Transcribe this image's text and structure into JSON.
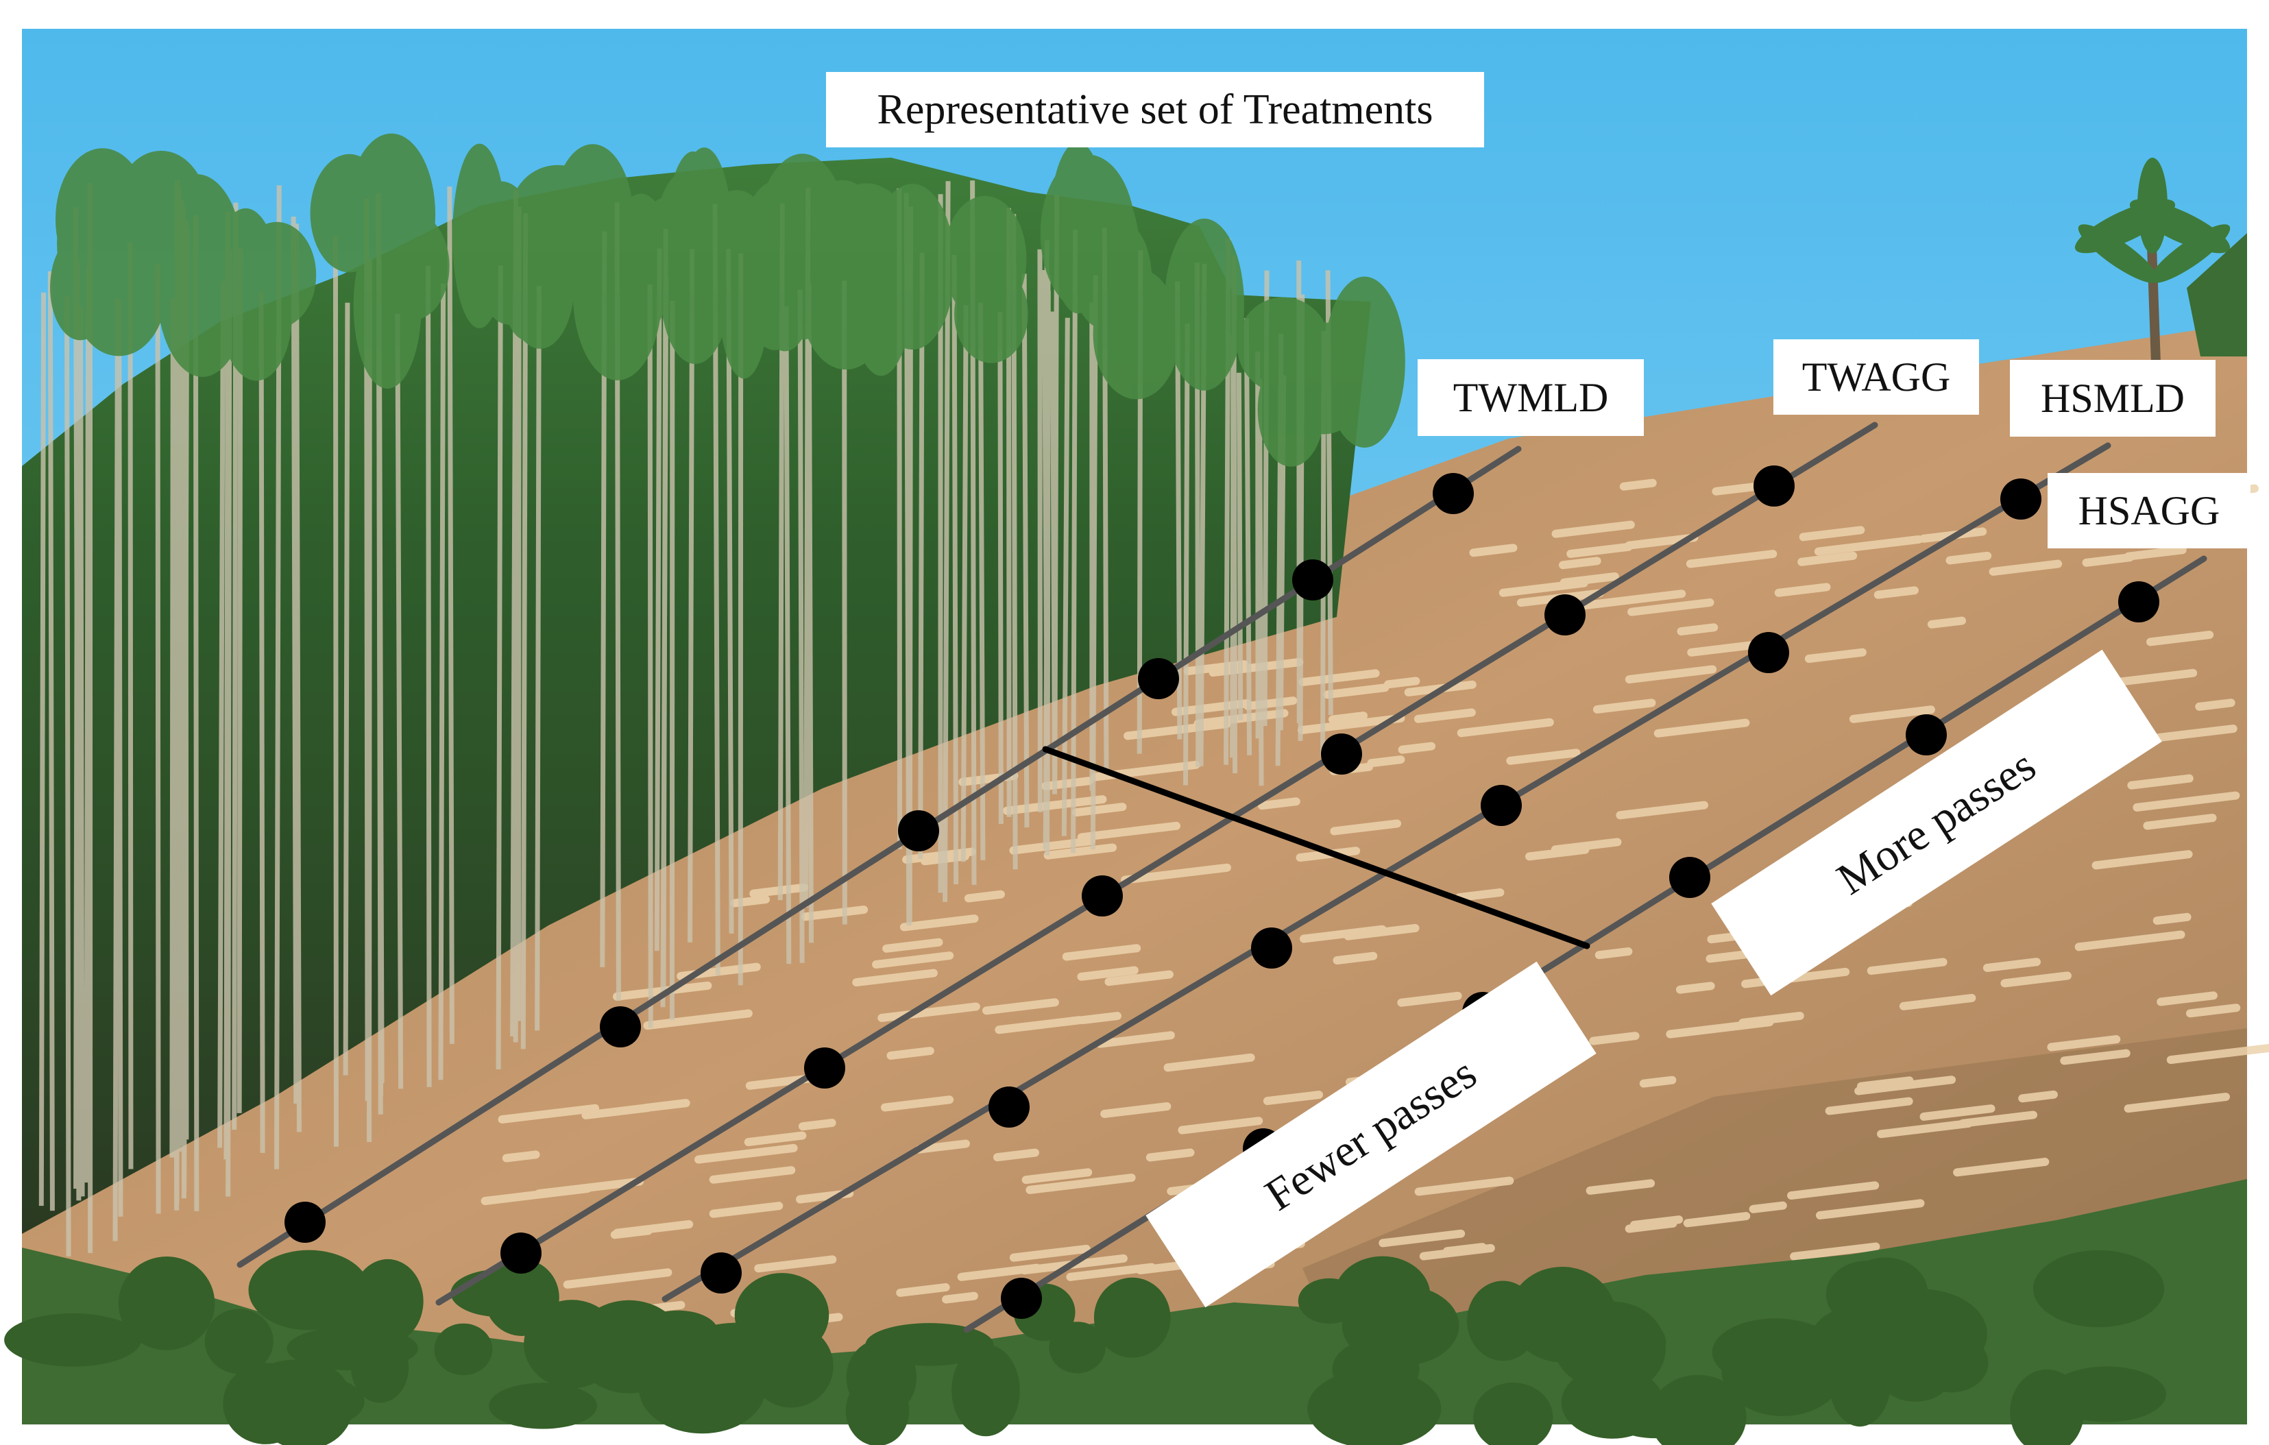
{
  "title": "Representative set of Treatments",
  "treatments": [
    {
      "label": "TWMLD"
    },
    {
      "label": "TWAGG"
    },
    {
      "label": "HSMLD"
    },
    {
      "label": "HSAGG"
    }
  ],
  "annotations": {
    "more": "More passes",
    "fewer": "Fewer passes"
  },
  "colors": {
    "sky": "#5fc3ef",
    "soil": "#c79a6f",
    "logs": "#e9c9a0",
    "foliage": "#3f7d3a",
    "trunks": "#cfc6b4",
    "line": "#555555",
    "dot": "#000000"
  }
}
